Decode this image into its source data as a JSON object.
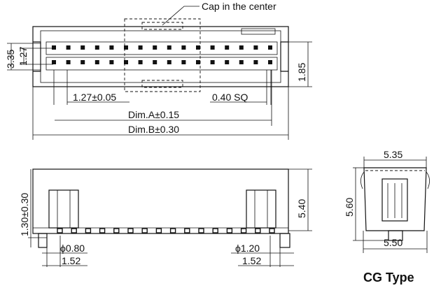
{
  "labels": {
    "cap_note": "Cap in the center",
    "d335": "3.35",
    "d127v": "1.27",
    "d185": "1.85",
    "pitch": "1.27±0.05",
    "pin_sq": "0.40 SQ",
    "dim_a": "Dim.A±0.15",
    "dim_b": "Dim.B±0.30",
    "d130": "1.30±0.30",
    "d540": "5.40",
    "phi080": "ϕ0.80",
    "phi120": "ϕ1.20",
    "d152_left": "1.52",
    "d152_right": "1.52",
    "d535": "5.35",
    "d560": "5.60",
    "d550": "5.50",
    "cg_type": "CG Type"
  }
}
